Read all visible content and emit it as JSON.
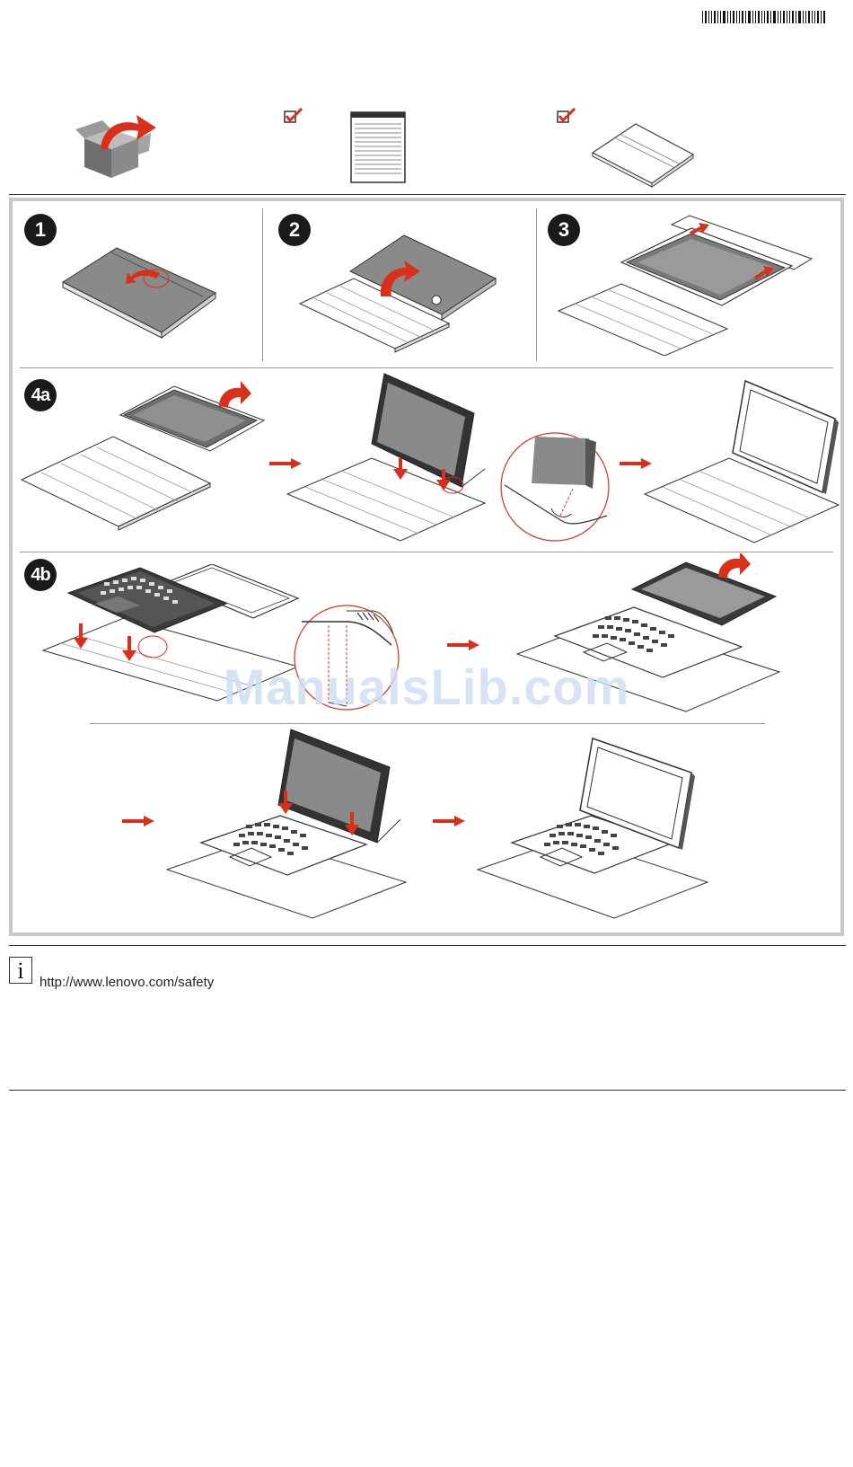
{
  "header": {
    "barcode_icon": "barcode-icon",
    "unbox_icon": "open-box-icon",
    "checkmark_icon": "checkbox-checked-icon",
    "manual_icon": "booklet-icon",
    "folio_icon": "folio-case-icon"
  },
  "steps": {
    "step1": "1",
    "step2": "2",
    "step3": "3",
    "step4a": "4a",
    "step4b": "4b"
  },
  "footer": {
    "info_glyph": "i",
    "url": "http://www.lenovo.com/safety"
  },
  "watermark": "ManualsLib.com",
  "colors": {
    "accent_red": "#d9301c",
    "frame_gray": "#c8c8c8",
    "device_gray": "#7a7a7a",
    "badge_black": "#1a1a1a",
    "watermark_blue": "#cfdff3"
  }
}
